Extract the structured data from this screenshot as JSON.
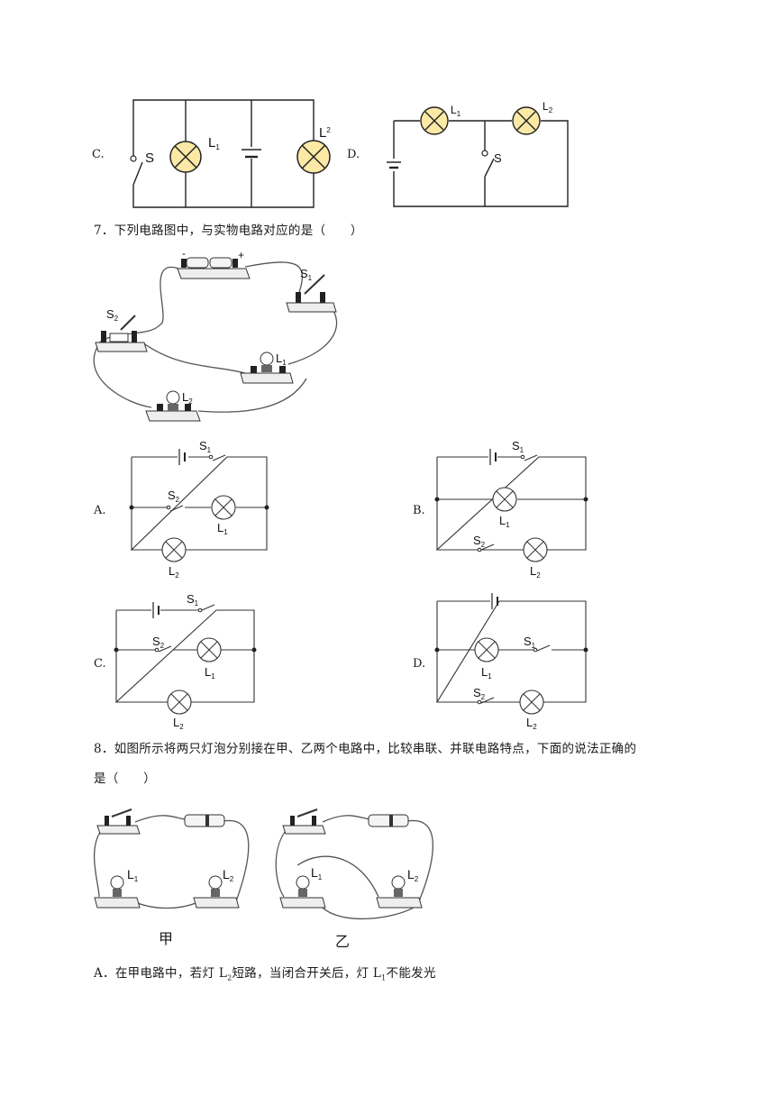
{
  "q6": {
    "opt_c_label": "C.",
    "opt_d_label": "D.",
    "switch_label": "S",
    "lamp1": "L",
    "lamp1_sub": "1",
    "lamp2": "L",
    "lamp2_sub": "2"
  },
  "q7": {
    "question": "7．下列电路图中，与实物电路对应的是（　　）",
    "photo": {
      "minus": "-",
      "plus": "+",
      "s1": "S",
      "s1_sub": "1",
      "s2": "S",
      "s2_sub": "2",
      "l1": "L",
      "l1_sub": "1",
      "l2": "L",
      "l2_sub": "2"
    },
    "options": [
      {
        "label": "A."
      },
      {
        "label": "B."
      },
      {
        "label": "C."
      },
      {
        "label": "D."
      }
    ],
    "sym": {
      "s": "S",
      "l": "L",
      "sub1": "1",
      "sub2": "2"
    }
  },
  "q8": {
    "question_line1": "8．如图所示将两只灯泡分别接在甲、乙两个电路中，比较串联、并联电路特点，下面的说法正确的",
    "question_line2": "是（　　）",
    "caption_jia": "甲",
    "caption_yi": "乙",
    "lamp": "L",
    "sub1": "1",
    "sub2": "2",
    "option_a": {
      "prefix": "A．在甲电路中，若灯 L",
      "sub_a": "2",
      "mid": "短路，当闭合开关后，灯 L",
      "sub_b": "1",
      "suffix": "不能发光"
    }
  },
  "colors": {
    "lamp_fill": "#fde9a6",
    "wire": "#222222",
    "photo_wire": "#555555"
  }
}
